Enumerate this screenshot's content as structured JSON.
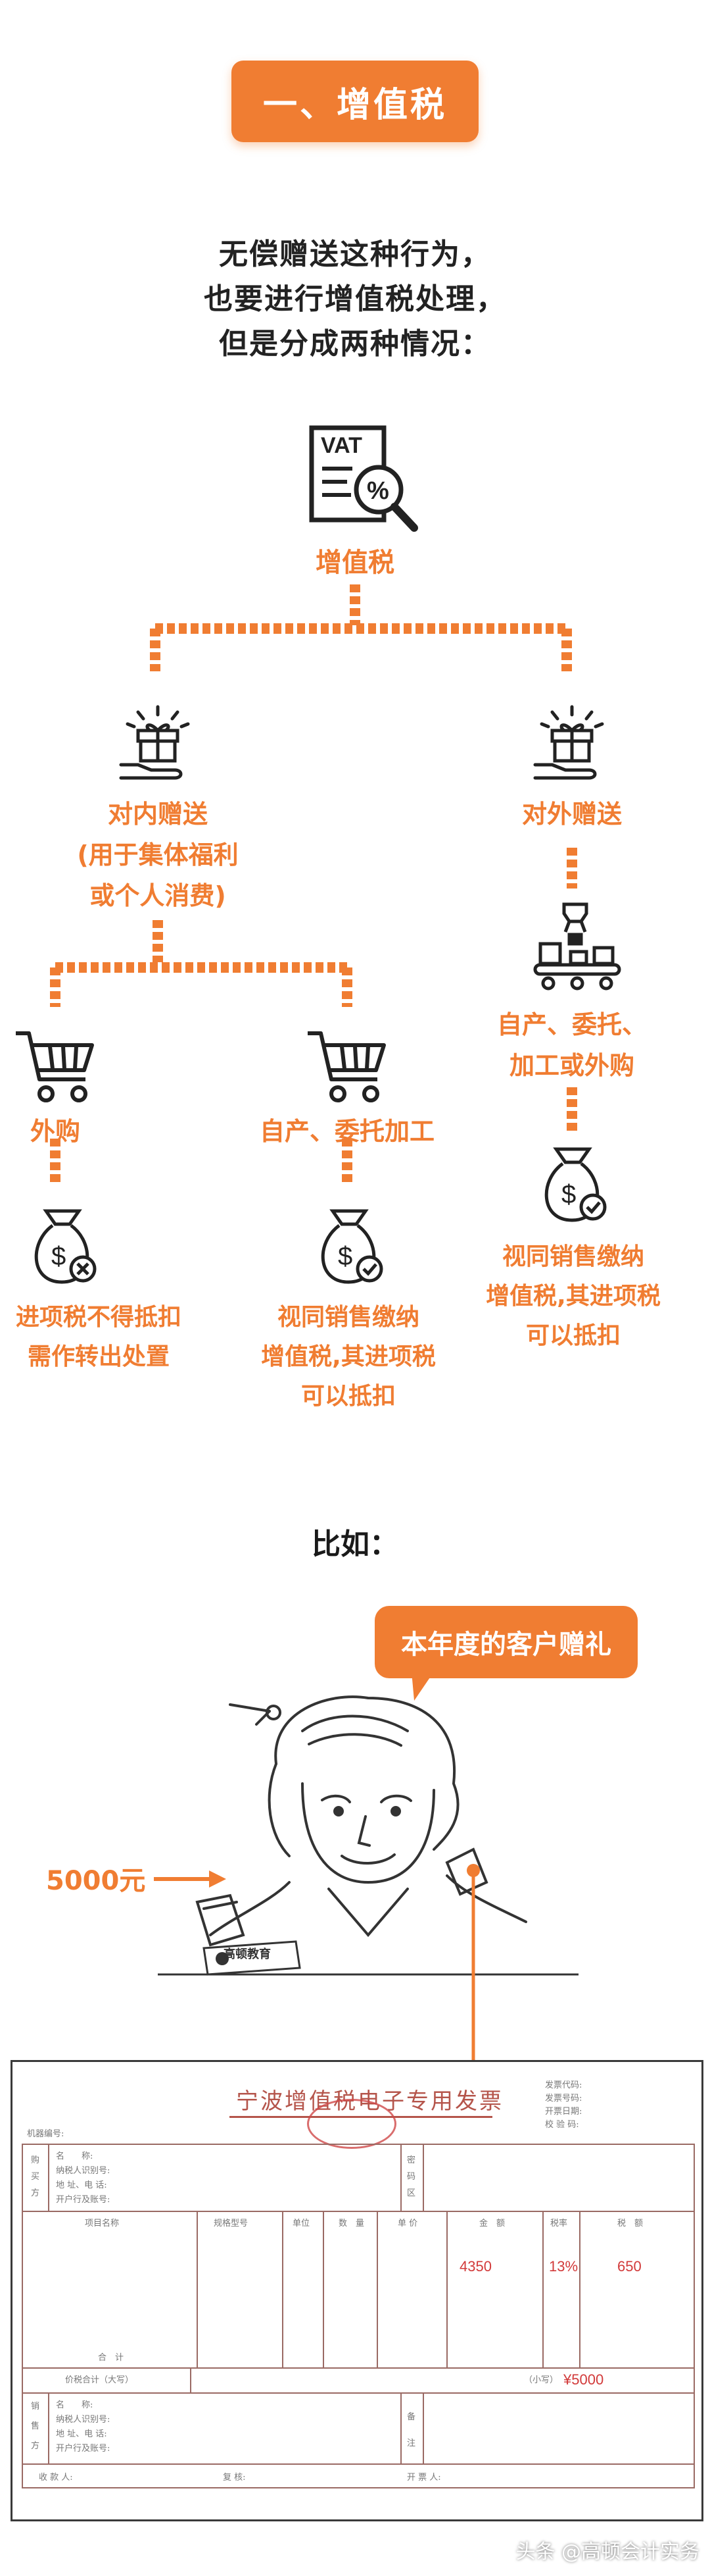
{
  "section": {
    "title": "一、增值税"
  },
  "intro": {
    "lines": [
      "无偿赠送这种行为，",
      "也要进行增值税处理，",
      "但是分成两种情况："
    ]
  },
  "tree": {
    "root": {
      "icon": "vat-document-icon",
      "label": "增值税"
    },
    "internal": {
      "icon": "gift-hand-icon",
      "label_lines": [
        "对内赠送",
        "(用于集体福利",
        "或个人消费)"
      ]
    },
    "external": {
      "icon": "gift-hand-icon",
      "label": "对外赠送"
    },
    "purchased": {
      "icon": "shopping-cart-icon",
      "label": "外购",
      "result_icon": "money-bag-cross-icon",
      "result_lines": [
        "进项税不得抵扣",
        "需作转出处置"
      ]
    },
    "self_made": {
      "icon": "shopping-cart-icon",
      "label": "自产、委托加工",
      "result_icon": "money-bag-check-icon",
      "result_lines": [
        "视同销售缴纳",
        "增值税,其进项税",
        "可以抵扣"
      ]
    },
    "external_source": {
      "icon": "factory-conveyor-icon",
      "label_lines": [
        "自产、委托、",
        "加工或外购"
      ],
      "result_icon": "money-bag-check-icon",
      "result_lines": [
        "视同销售缴纳",
        "增值税,其进项税",
        "可以抵扣"
      ]
    }
  },
  "example": {
    "heading": "比如：",
    "speech": "本年度的客户赠礼",
    "amount": "5000元",
    "logo_text": "高顿教育"
  },
  "invoice": {
    "title": "宁波增值税电子专用发票",
    "right_header": [
      "发票代码:",
      "发票号码:",
      "开票日期:",
      "校 验 码:"
    ],
    "machine_no": "机器编号:",
    "buyer_label": [
      "购",
      "买",
      "方"
    ],
    "buyer_fields": [
      "名　　称:",
      "纳税人识别号:",
      "地 址、电 话:",
      "开户行及账号:"
    ],
    "password_label": [
      "密",
      "码",
      "区"
    ],
    "headers": [
      "项目名称",
      "规格型号",
      "单位",
      "数　量",
      "单 价",
      "金　额",
      "税率",
      "税　额"
    ],
    "amount": "4350",
    "rate": "13%",
    "tax": "650",
    "subtotal_label": "合　计",
    "total_label": "价税合计（大写）",
    "total_small_label": "（小写）",
    "total": "¥5000",
    "seller_label": [
      "销",
      "售",
      "方"
    ],
    "seller_fields": [
      "名　　称:",
      "纳税人识别号:",
      "地 址、电 话:",
      "开户行及账号:"
    ],
    "remark_label": [
      "备",
      "注"
    ],
    "footer": [
      "收 款 人:",
      "复 核:",
      "开 票 人:"
    ]
  },
  "watermark": "头条 @高顿会计实务",
  "colors": {
    "accent": "#f07d32",
    "invoice_red": "#d23a3a"
  }
}
